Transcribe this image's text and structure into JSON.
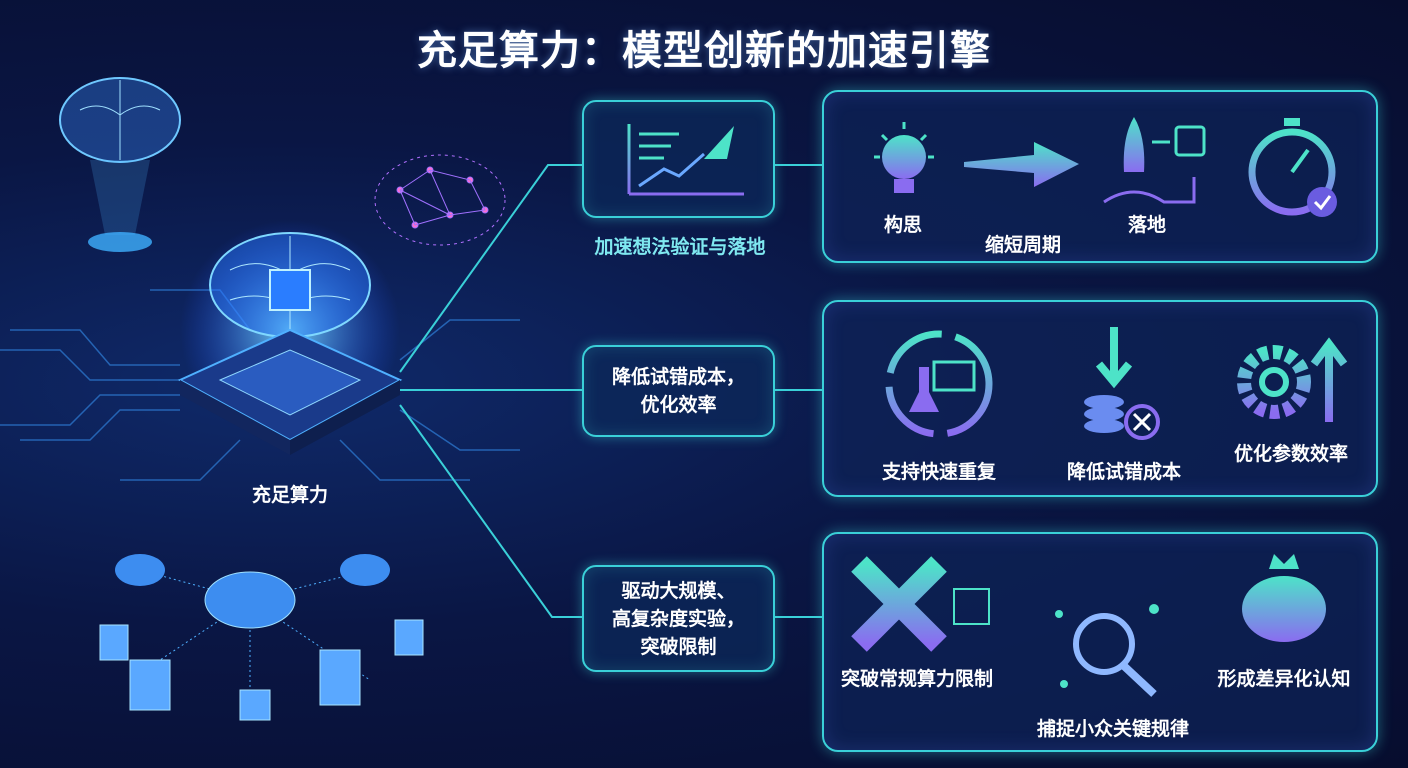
{
  "title": "充足算力：模型创新的加速引擎",
  "core": {
    "label": "充足算力"
  },
  "rows": [
    {
      "label": "加速想法验证与落地",
      "items": [
        "构思",
        "缩短周期",
        "落地"
      ]
    },
    {
      "label_lines": [
        "降低试错成本，",
        "优化效率"
      ],
      "items": [
        "支持快速重复",
        "降低试错成本",
        "优化参数效率"
      ]
    },
    {
      "label_lines": [
        "驱动大规模、",
        "高复杂度实验，",
        "突破限制"
      ],
      "items": [
        "突破常规算力限制",
        "捕捉小众关键规律",
        "形成差异化认知"
      ]
    }
  ],
  "colors": {
    "accent": "#3ad0d8",
    "purple": "#8a6cf0",
    "bg": "#0a1644"
  }
}
